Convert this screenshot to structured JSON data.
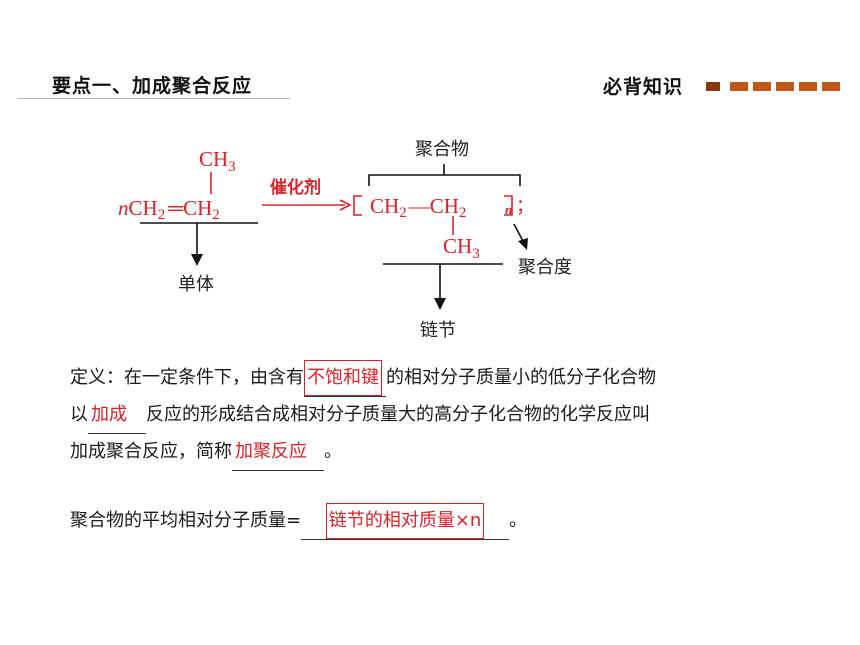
{
  "header": {
    "title": "要点一、加成聚合反应",
    "badge": "必背知识",
    "accent_dark": "#8b3a10",
    "accent": "#c2571a"
  },
  "diagram": {
    "label_polymer": "聚合物",
    "label_catalyst": "催化剂",
    "label_monomer": "单体",
    "label_chain_unit": "链节",
    "label_degree": "聚合度",
    "monomer_n": "n",
    "monomer_ch2_a": "CH",
    "monomer_ch2_b": "CH",
    "sub2": "2",
    "sub3": "3",
    "double_bond": "═",
    "methyl": "CH",
    "polymer_ch2_a": "CH",
    "polymer_ch2_b": "CH",
    "polymer_n": "n",
    "semicolon": "；",
    "bracket_open": "[",
    "bracket_close": "]",
    "dash": "—"
  },
  "definition": {
    "prefix": "定义：在一定条件下，由含有",
    "blank1": "不饱和键",
    "mid1": "的相对分子质量小的低分子化合物",
    "line2_prefix": "以",
    "blank2": "加成",
    "line2_rest": "反应的形成结合成相对分子质量大的高分子化合物的化学反应叫",
    "line3_prefix": "加成聚合反应，简称",
    "blank3": "加聚反应",
    "line3_end": "。"
  },
  "formula": {
    "prefix": "聚合物的平均相对分子质量=",
    "blank": "链节的相对质量×n",
    "end": "。"
  },
  "colors": {
    "answer": "#d8232a"
  }
}
